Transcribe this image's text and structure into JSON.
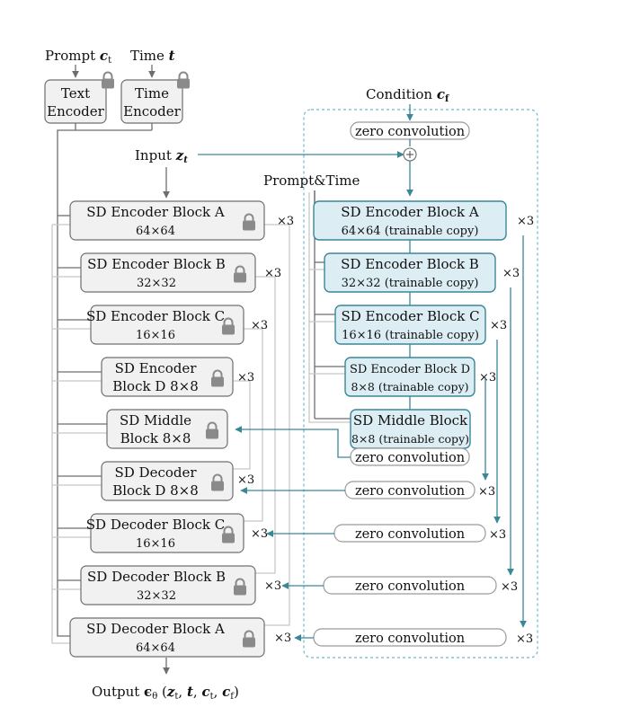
{
  "inputs": {
    "prompt": "Prompt c_t",
    "time": "Time t",
    "condition": "Condition c_f",
    "latent": "Input z_t",
    "prompt_time": "Prompt&Time"
  },
  "encoders": {
    "text": [
      "Text",
      "Encoder"
    ],
    "time": [
      "Time",
      "Encoder"
    ]
  },
  "locked_blocks": [
    {
      "id": "enc-a",
      "lines": [
        "SD Encoder Block A",
        "64×64"
      ],
      "mult": "×3"
    },
    {
      "id": "enc-b",
      "lines": [
        "SD Encoder Block B",
        "32×32"
      ],
      "mult": "×3"
    },
    {
      "id": "enc-c",
      "lines": [
        "SD Encoder Block C",
        "16×16"
      ],
      "mult": "×3"
    },
    {
      "id": "enc-d",
      "lines": [
        "SD Encoder",
        "Block D 8×8"
      ],
      "mult": "×3"
    },
    {
      "id": "middle",
      "lines": [
        "SD Middle",
        "Block 8×8"
      ],
      "mult": ""
    },
    {
      "id": "dec-d",
      "lines": [
        "SD Decoder",
        "Block D 8×8"
      ],
      "mult": "×3"
    },
    {
      "id": "dec-c",
      "lines": [
        "SD Decoder Block C",
        "16×16"
      ],
      "mult": "×3"
    },
    {
      "id": "dec-b",
      "lines": [
        "SD Decoder Block B",
        "32×32"
      ],
      "mult": "×3"
    },
    {
      "id": "dec-a",
      "lines": [
        "SD Decoder Block A",
        "64×64"
      ],
      "mult": "×3"
    }
  ],
  "copy_blocks": [
    {
      "id": "copy-a",
      "lines": [
        "SD Encoder Block A",
        "64×64 (trainable copy)"
      ],
      "mult": "×3"
    },
    {
      "id": "copy-b",
      "lines": [
        "SD Encoder Block B",
        "32×32 (trainable copy)"
      ],
      "mult": "×3"
    },
    {
      "id": "copy-c",
      "lines": [
        "SD Encoder Block C",
        "16×16 (trainable copy)"
      ],
      "mult": "×3"
    },
    {
      "id": "copy-d",
      "lines": [
        "SD Encoder Block D",
        "8×8 (trainable copy)"
      ],
      "mult": "×3"
    },
    {
      "id": "copy-mid",
      "lines": [
        "SD Middle Block",
        "8×8 (trainable copy)"
      ],
      "mult": ""
    }
  ],
  "zero_convs": [
    {
      "id": "zc-top",
      "label": "zero convolution",
      "mult": ""
    },
    {
      "id": "zc-mid",
      "label": "zero convolution",
      "mult": ""
    },
    {
      "id": "zc-d",
      "label": "zero convolution",
      "mult": "×3"
    },
    {
      "id": "zc-c",
      "label": "zero convolution",
      "mult": "×3"
    },
    {
      "id": "zc-b",
      "label": "zero convolution",
      "mult": "×3"
    },
    {
      "id": "zc-a",
      "label": "zero convolution",
      "mult": "×3"
    }
  ],
  "output": "Output ϵθ(zt, t, ct, cf)",
  "colors": {
    "teal": "#3a8797",
    "copy_fill": "#dcedf3",
    "block_fill": "#f1f1f1",
    "dashed_border": "#6fb6c9"
  },
  "icons": [
    "lock-icon",
    "plus-icon"
  ]
}
